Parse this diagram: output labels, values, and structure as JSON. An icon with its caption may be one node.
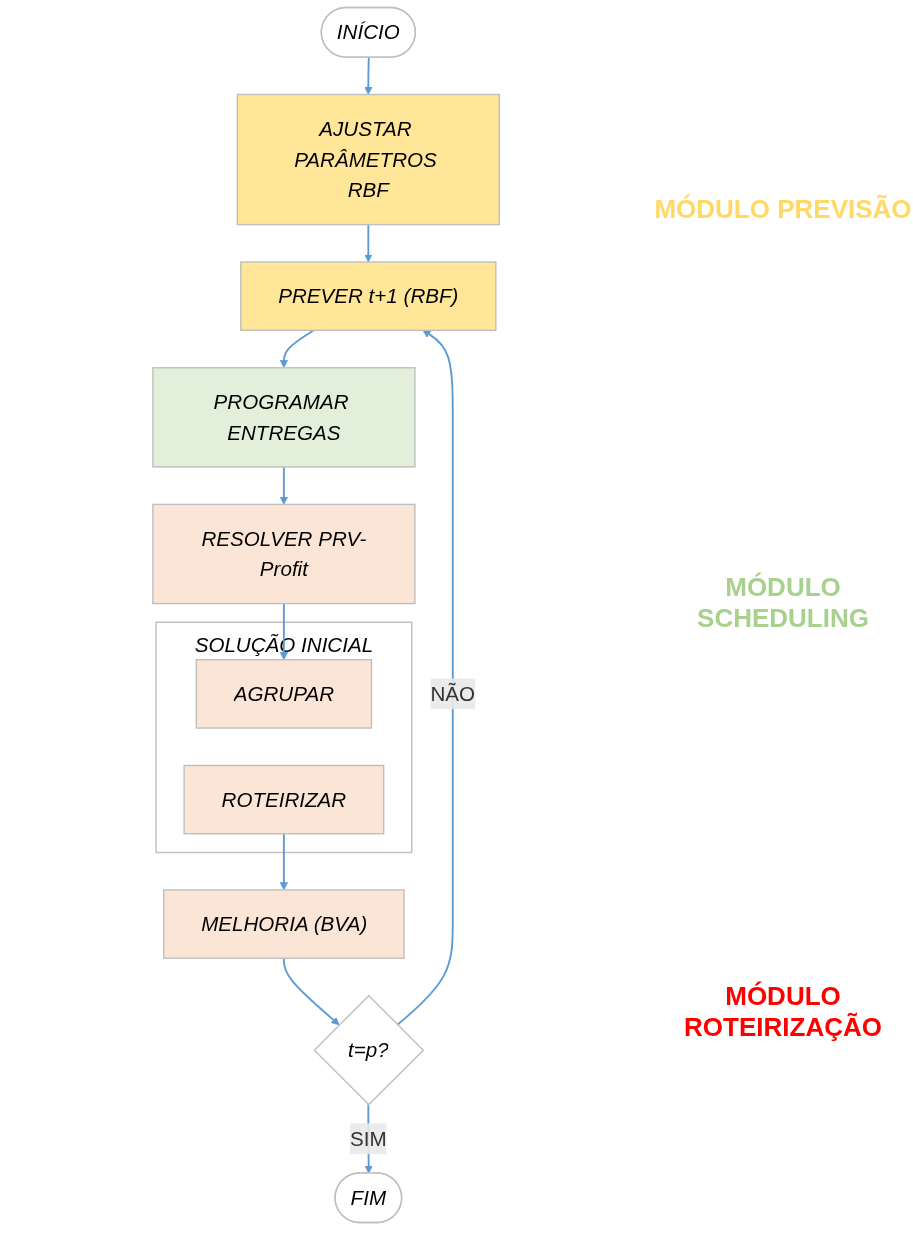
{
  "diagram": {
    "nodes": [
      {
        "text": [
          "INÍCIO"
        ]
      },
      {
        "text": [
          "AJUSTAR PARÂMETROS RBF"
        ]
      },
      {
        "text": [
          "PREVER t+1 (RBF)"
        ]
      },
      {
        "text": [
          "PROGRAMAR ENTREGAS"
        ]
      },
      {
        "text": [
          "RESOLVER PRV-Profit"
        ]
      },
      {
        "text": [
          "SOLUÇÃO INICIAL"
        ]
      },
      {
        "text": [
          "AGRUPAR"
        ],
        "in": 5
      },
      {
        "text": [
          "ROTEIRIZAR"
        ],
        "in": 5
      },
      {
        "text": [
          "MELHORIA (BVA)"
        ]
      },
      {
        "text": [
          "t=p?"
        ]
      },
      {
        "text": [
          "FIM"
        ]
      }
    ],
    "edges": [
      {
        "from": 0,
        "to": 1,
        "arrow": "to"
      },
      {
        "from": 1,
        "to": 2,
        "arrow": "to"
      },
      {
        "from": 2,
        "to": 3,
        "arrow": "to"
      },
      {
        "from": 3,
        "to": 4,
        "arrow": "to"
      },
      {
        "from": 4,
        "to": 6,
        "arrow": "to"
      },
      {
        "from": 7,
        "to": 8,
        "arrow": "to"
      },
      {
        "from": 8,
        "to": 9,
        "arrow": "to"
      },
      {
        "from": 9,
        "to": 2,
        "arrow": "to",
        "label": "NÃO"
      },
      {
        "from": 9,
        "to": 10,
        "arrow": "to",
        "label": "SIM"
      }
    ],
    "labels": [
      "MÓDULO PREVISÃO",
      "MÓDULO SCHEDULING",
      "MÓDULO ROTEIRIZAÇÃO"
    ]
  }
}
